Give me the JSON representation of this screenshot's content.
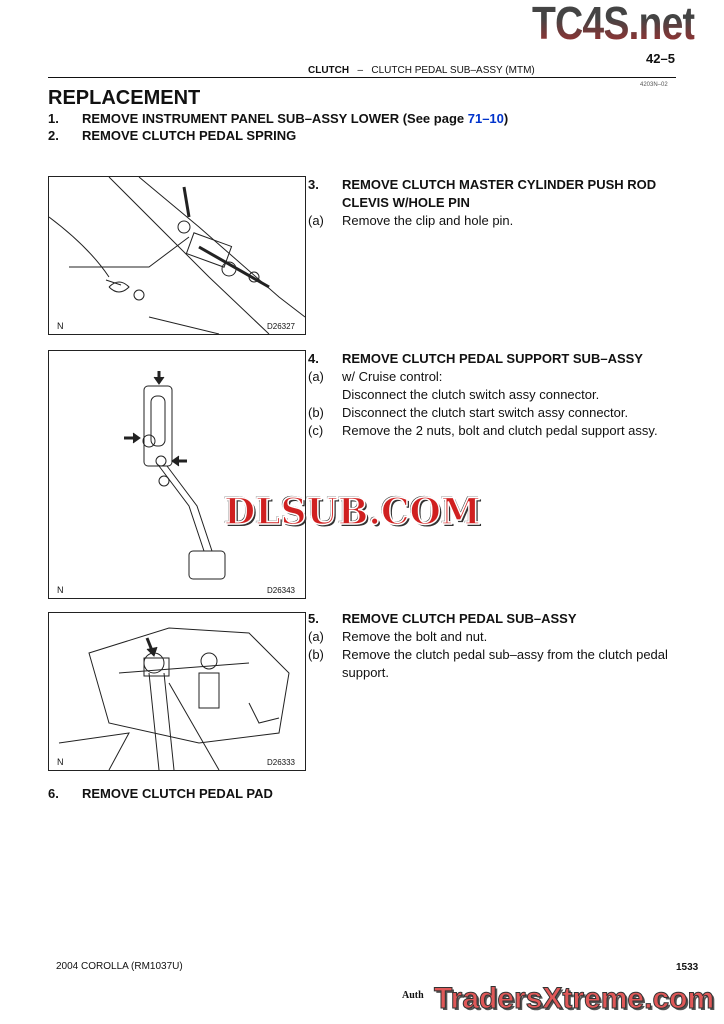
{
  "watermarks": {
    "top": "TC4S.net",
    "middle": "DLSUB.COM",
    "bottom": "TradersXtreme.com"
  },
  "header": {
    "page_number": "42–5",
    "section": "CLUTCH",
    "dash": "–",
    "subsection": "CLUTCH PEDAL SUB–ASSY (MTM)",
    "doc_code": "4203N–02"
  },
  "title": "REPLACEMENT",
  "steps_top": [
    {
      "num": "1.",
      "text": "REMOVE INSTRUMENT PANEL SUB–ASSY LOWER (See page ",
      "link": "71–10",
      "tail": ")"
    },
    {
      "num": "2.",
      "text": "REMOVE CLUTCH PEDAL SPRING"
    }
  ],
  "step3": {
    "num": "3.",
    "title": "REMOVE CLUTCH MASTER CYLINDER PUSH ROD CLEVIS W/HOLE PIN",
    "subs": [
      {
        "l": "(a)",
        "t": "Remove the clip and hole pin."
      }
    ]
  },
  "step4": {
    "num": "4.",
    "title": "REMOVE CLUTCH PEDAL SUPPORT SUB–ASSY",
    "subs": [
      {
        "l": "(a)",
        "t": "w/ Cruise control:"
      },
      {
        "l": "",
        "t": "Disconnect the clutch switch assy connector."
      },
      {
        "l": "(b)",
        "t": "Disconnect the clutch start switch assy connector."
      },
      {
        "l": "(c)",
        "t": "Remove the 2 nuts, bolt and clutch pedal support assy."
      }
    ]
  },
  "step5": {
    "num": "5.",
    "title": "REMOVE CLUTCH PEDAL SUB–ASSY",
    "subs": [
      {
        "l": "(a)",
        "t": "Remove the bolt and nut."
      },
      {
        "l": "(b)",
        "t": "Remove the clutch pedal sub–assy from the clutch pedal support."
      }
    ]
  },
  "step6": {
    "num": "6.",
    "title": "REMOVE CLUTCH PEDAL PAD"
  },
  "figures": [
    {
      "n": "N",
      "code": "D26327"
    },
    {
      "n": "N",
      "code": "D26343"
    },
    {
      "n": "N",
      "code": "D26333"
    }
  ],
  "footer": {
    "model": "2004 COROLLA   (RM1037U)",
    "auth": "Auth",
    "page": "1533"
  }
}
